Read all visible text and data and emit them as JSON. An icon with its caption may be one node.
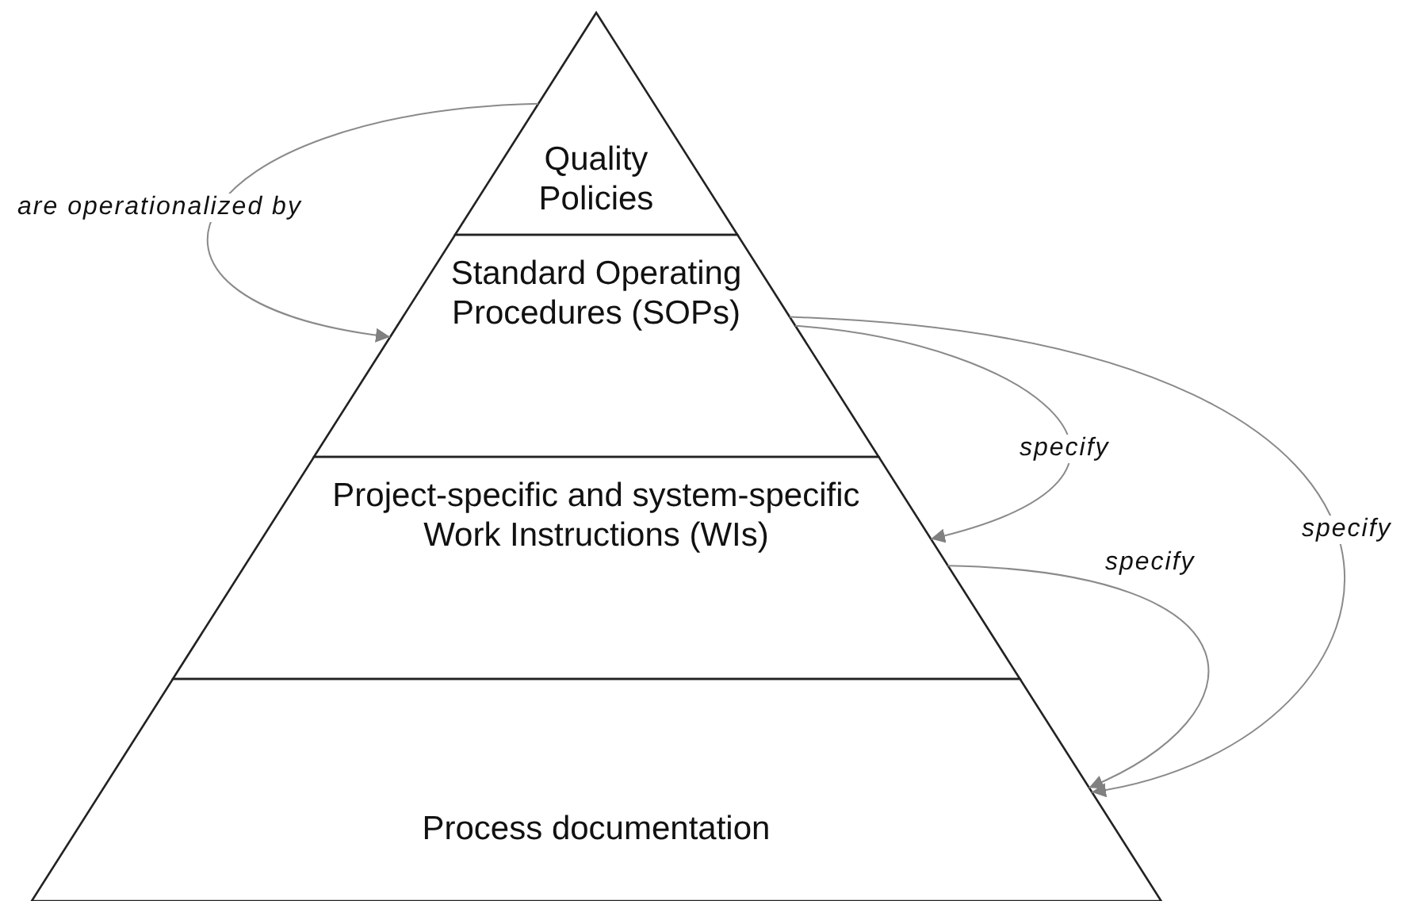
{
  "diagram": {
    "nodes": [
      {
        "text": [
          "Quality Policies"
        ]
      },
      {
        "text": [
          "Standard Operating Procedures (SOPs)"
        ]
      },
      {
        "text": [
          "Project-specific and system-specific Work Instructions (WIs)"
        ]
      },
      {
        "text": [
          "Process documentation"
        ]
      }
    ],
    "edges": [
      {
        "from": 0,
        "to": 1,
        "arrow": "to",
        "label": "are operationalized by"
      },
      {
        "from": 1,
        "to": 2,
        "arrow": "to",
        "label": "specify"
      },
      {
        "from": 1,
        "to": 3,
        "arrow": "to",
        "label": "specify"
      },
      {
        "from": 2,
        "to": 3,
        "arrow": "to",
        "label": "specify"
      }
    ]
  }
}
